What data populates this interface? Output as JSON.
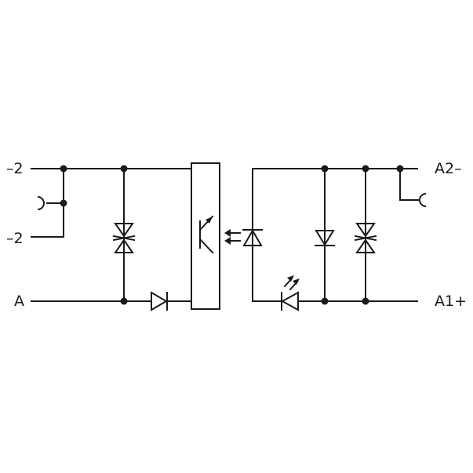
{
  "terminals": {
    "top_left": "–2",
    "mid_left": "–2",
    "bottom_left": "A",
    "top_right": "A2–",
    "bottom_right": "A1+"
  },
  "colors": {
    "line": "#1a1a1a",
    "background": "#ffffff"
  }
}
